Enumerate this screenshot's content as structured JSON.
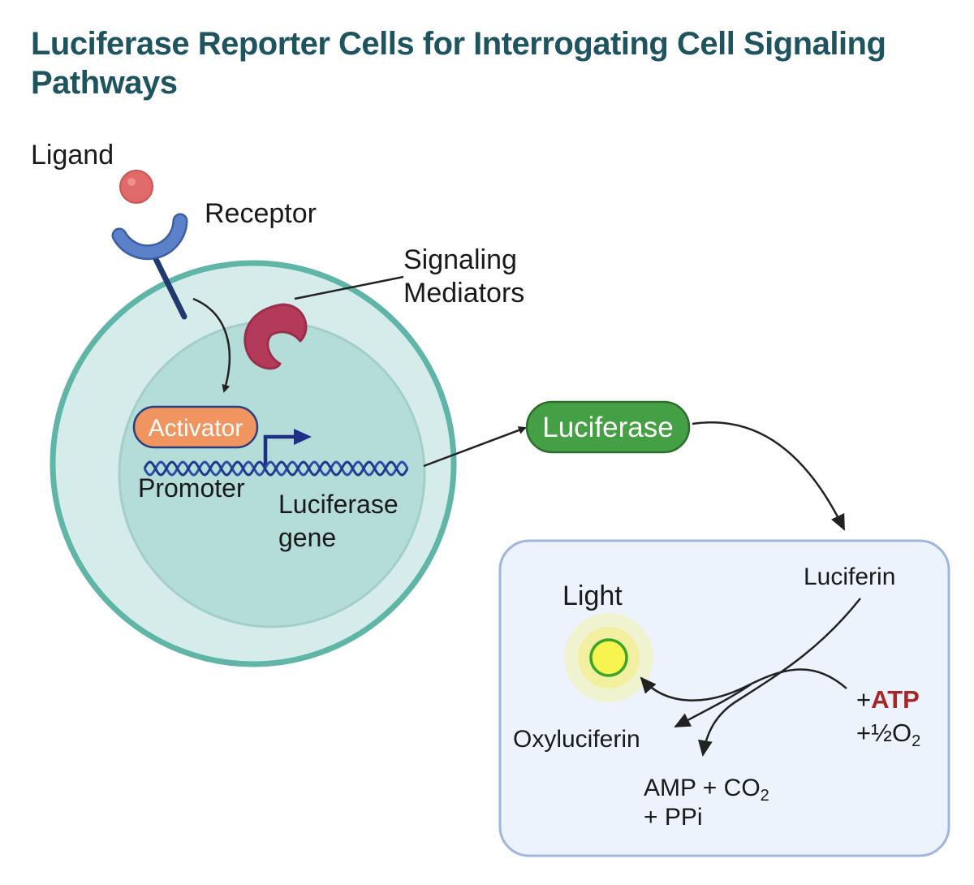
{
  "title": "Luciferase Reporter Cells for Interrogating Cell Signaling Pathways",
  "labels": {
    "ligand": "Ligand",
    "receptor": "Receptor",
    "signaling_line1": "Signaling",
    "signaling_line2": "Mediators",
    "activator": "Activator",
    "promoter": "Promoter",
    "luciferase_gene_line1": "Luciferase",
    "luciferase_gene_line2": "gene",
    "luciferase_protein": "Luciferase",
    "luciferin": "Luciferin",
    "light": "Light",
    "atp_plus": "+",
    "atp": "ATP",
    "oxygen_prefix": "+½O",
    "oxygen_sub": "2",
    "oxyluciferin": "Oxyluciferin",
    "products_line1_prefix": "AMP + CO",
    "products_line1_sub": "2",
    "products_line2": "+ PPi"
  },
  "colors": {
    "title": "#1e5460",
    "cell_membrane": "#5fb5a8",
    "cytoplasm": "#d6ecea",
    "nucleus": "#b4dcd8",
    "ligand": "#e06a6a",
    "receptor": "#5b82c9",
    "receptor_stem": "#1f3a6e",
    "mediator": "#b33a58",
    "activator": "#f0955f",
    "dna": "#2a4fa8",
    "luciferase_pill": "#45a045",
    "reaction_box_fill": "#edf3fc",
    "reaction_box_stroke": "#9fb6dd",
    "light_core": "#f7f450",
    "atp": "#a82626"
  }
}
